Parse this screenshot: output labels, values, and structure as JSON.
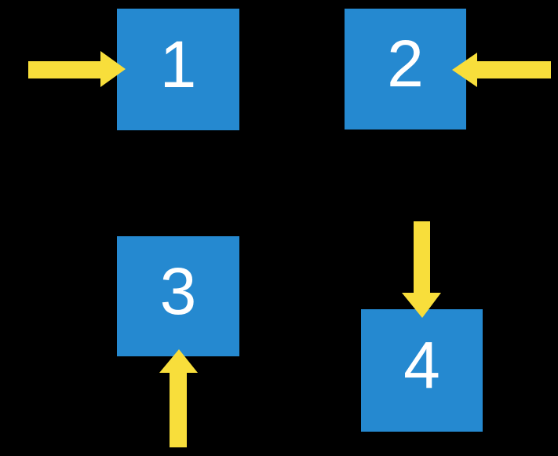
{
  "slide": {
    "background": "#000000"
  },
  "colors": {
    "box_blue": "#2589D0",
    "arrow_yellow": "#F8DE3B",
    "label_white": "#FFFFFF"
  },
  "boxes": [
    {
      "label": "1",
      "arrow_from": "left"
    },
    {
      "label": "2",
      "arrow_from": "right"
    },
    {
      "label": "3",
      "arrow_from": "below"
    },
    {
      "label": "4",
      "arrow_from": "above"
    }
  ]
}
